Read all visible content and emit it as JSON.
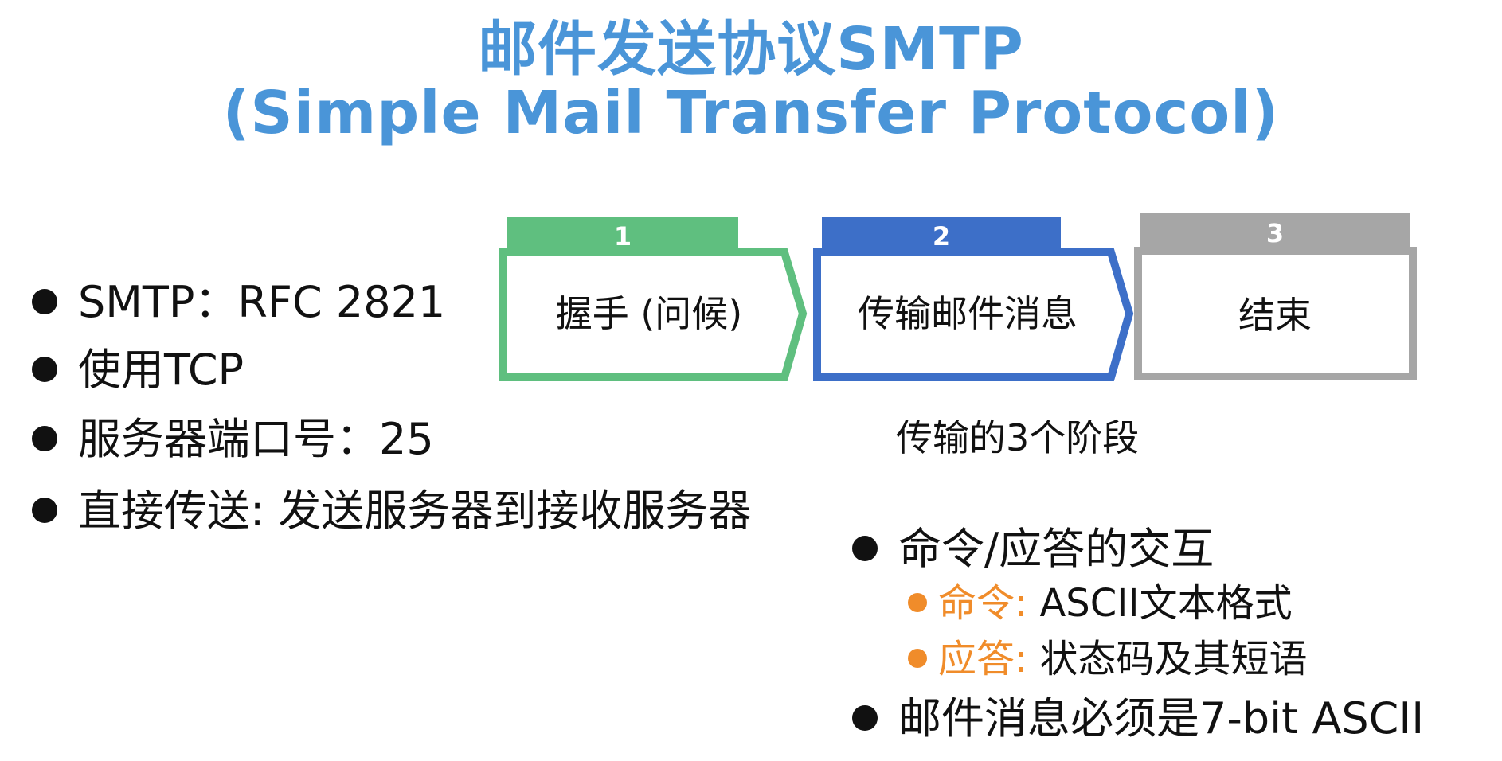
{
  "title": {
    "line1": "邮件发送协议SMTP",
    "line2": "(Simple Mail Transfer Protocol)"
  },
  "left_bullets": [
    "SMTP：RFC 2821",
    "使用TCP",
    "服务器端口号：25",
    "直接传送: 发送服务器到接收服务器"
  ],
  "stages": [
    {
      "number": "1",
      "label": "握手 (问候)",
      "color": "#5fbf7f"
    },
    {
      "number": "2",
      "label": "传输邮件消息",
      "color": "#3d6fc8"
    },
    {
      "number": "3",
      "label": "结束",
      "color": "#a6a6a6"
    }
  ],
  "stages_caption": "传输的3个阶段",
  "right_bullets": {
    "interaction": "命令/应答的交互",
    "command_key": "命令:",
    "command_value": " ASCII文本格式",
    "reply_key": "应答:",
    "reply_value": " 状态码及其短语",
    "message_rule": "邮件消息必须是7-bit ASCII"
  },
  "colors": {
    "title": "#4a95d8",
    "accent_orange": "#f08c2a"
  }
}
